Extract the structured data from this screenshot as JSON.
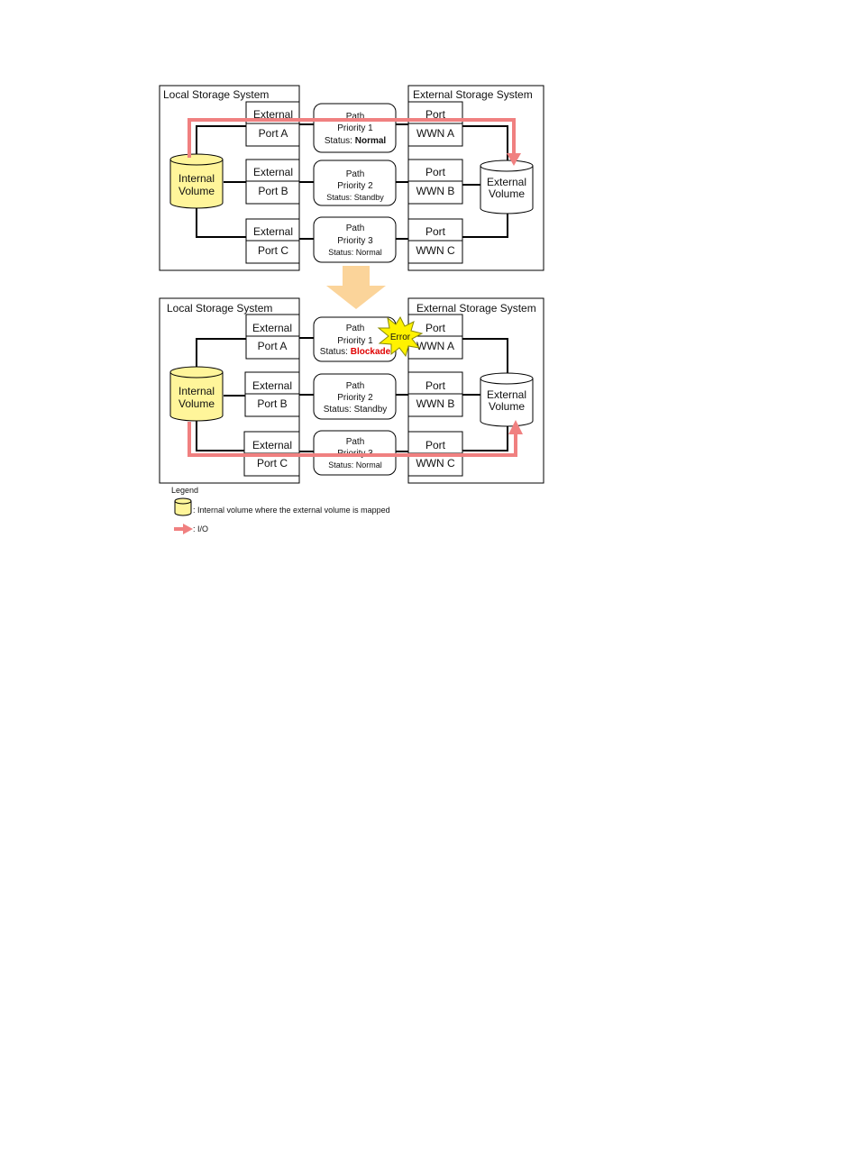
{
  "colors": {
    "internal_volume_fill": "#fff59a",
    "io_path": "#f08080",
    "transition_arrow": "#fbd49a",
    "error_burst": "#fff200",
    "blockade_text": "#e00000"
  },
  "diagrams": [
    {
      "local_title": "Local Storage System",
      "external_title": "External Storage System",
      "internal_volume": [
        "Internal",
        "Volume"
      ],
      "external_volume": [
        "External",
        "Volume"
      ],
      "ports": [
        {
          "top": "External",
          "bottom": "Port A"
        },
        {
          "top": "External",
          "bottom": "Port B"
        },
        {
          "top": "External",
          "bottom": "Port C"
        }
      ],
      "paths": [
        {
          "title": "Path",
          "priority": "Priority 1",
          "status_label": "Status:",
          "status": "Normal"
        },
        {
          "title": "Path",
          "priority": "Priority 2",
          "status_label": "Status:",
          "status": "Standby"
        },
        {
          "title": "Path",
          "priority": "Priority 3",
          "status_label": "Status:",
          "status": "Normal"
        }
      ],
      "wwns": [
        {
          "top": "Port",
          "bottom": "WWN A"
        },
        {
          "top": "Port",
          "bottom": "WWN B"
        },
        {
          "top": "Port",
          "bottom": "WWN C"
        }
      ]
    },
    {
      "local_title": "Local Storage System",
      "external_title": "External Storage System",
      "internal_volume": [
        "Internal",
        "Volume"
      ],
      "external_volume": [
        "External",
        "Volume"
      ],
      "ports": [
        {
          "top": "External",
          "bottom": "Port A"
        },
        {
          "top": "External",
          "bottom": "Port B"
        },
        {
          "top": "External",
          "bottom": "Port C"
        }
      ],
      "paths": [
        {
          "title": "Path",
          "priority": "Priority 1",
          "status_label": "Status:",
          "status": "Blockade"
        },
        {
          "title": "Path",
          "priority": "Priority 2",
          "status_label": "Status:",
          "status": "Standby"
        },
        {
          "title": "Path",
          "priority": "Priority 3",
          "status_label": "Status:",
          "status": "Normal"
        }
      ],
      "wwns": [
        {
          "top": "Port",
          "bottom": "WWN A"
        },
        {
          "top": "Port",
          "bottom": "WWN B"
        },
        {
          "top": "Port",
          "bottom": "WWN C"
        }
      ],
      "error_label": "Error"
    }
  ],
  "legend": {
    "title": "Legend",
    "volume_item": ": Internal volume where the external volume is mapped",
    "io_item": ": I/O"
  }
}
